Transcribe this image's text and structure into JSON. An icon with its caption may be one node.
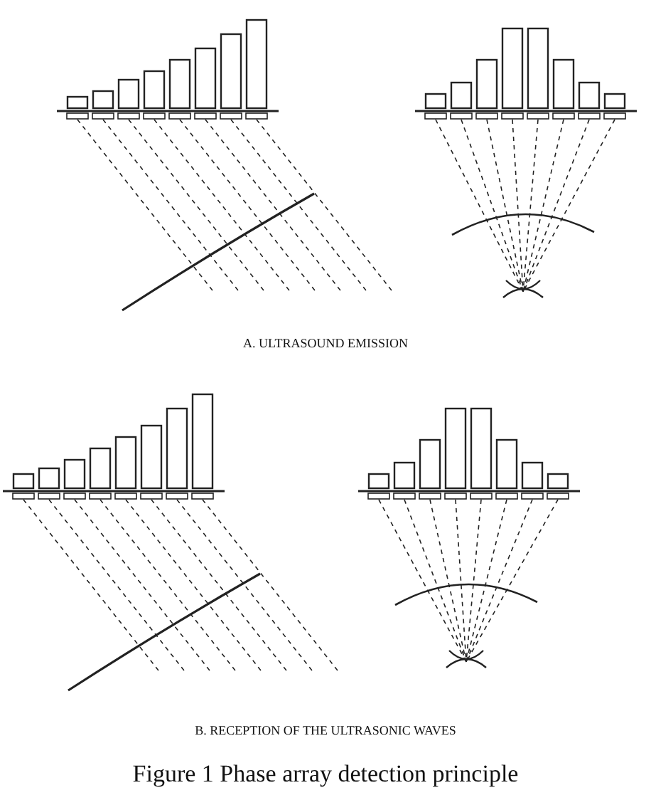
{
  "diagram": {
    "caption": "Figure 1 Phase array detection principle",
    "labels": [
      "A. ULTRASOUND EMISSION",
      "B. RECEPTION OF THE ULTRASONIC WAVES"
    ]
  }
}
